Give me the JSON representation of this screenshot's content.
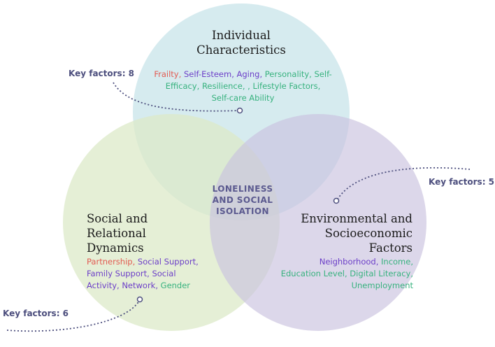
{
  "colors": {
    "circle_individual": "#cfe8ec",
    "circle_social": "#dce9c8",
    "circle_environment": "#d2cce3",
    "factor_red": "#e25b52",
    "factor_violet": "#6c3fc8",
    "factor_green": "#37b27e",
    "center_text": "#5b5a8f",
    "key_text": "#4d4f7e"
  },
  "center": {
    "line1": "LONELINESS",
    "line2": "AND SOCIAL",
    "line3": "ISOLATION"
  },
  "individual": {
    "title_line1": "Individual",
    "title_line2": "Characteristics",
    "factors": [
      "Frailty,",
      "Self-Esteem,",
      "Aging,",
      "Personality,",
      "Self-",
      "Efficacy,",
      "Resilience, ,",
      "Lifestyle Factors,",
      "Self-care Ability"
    ],
    "key_factors": "Key factors: 8"
  },
  "social": {
    "title_line1": "Social and",
    "title_line2": "Relational",
    "title_line3": "Dynamics",
    "factors": [
      "Partnership,",
      "Social Support,",
      "Family Support,",
      "Social",
      "Activity,",
      "Network,",
      "Gender"
    ],
    "key_factors": "Key factors:  6"
  },
  "environment": {
    "title_line1": "Environmental and",
    "title_line2": "Socioeconomic",
    "title_line3": "Factors",
    "factors": [
      "Neighborhood,",
      "Income,",
      "Education Level,",
      "Digital Literacy,",
      "Unemployment"
    ],
    "key_factors": "Key factors: 5"
  }
}
